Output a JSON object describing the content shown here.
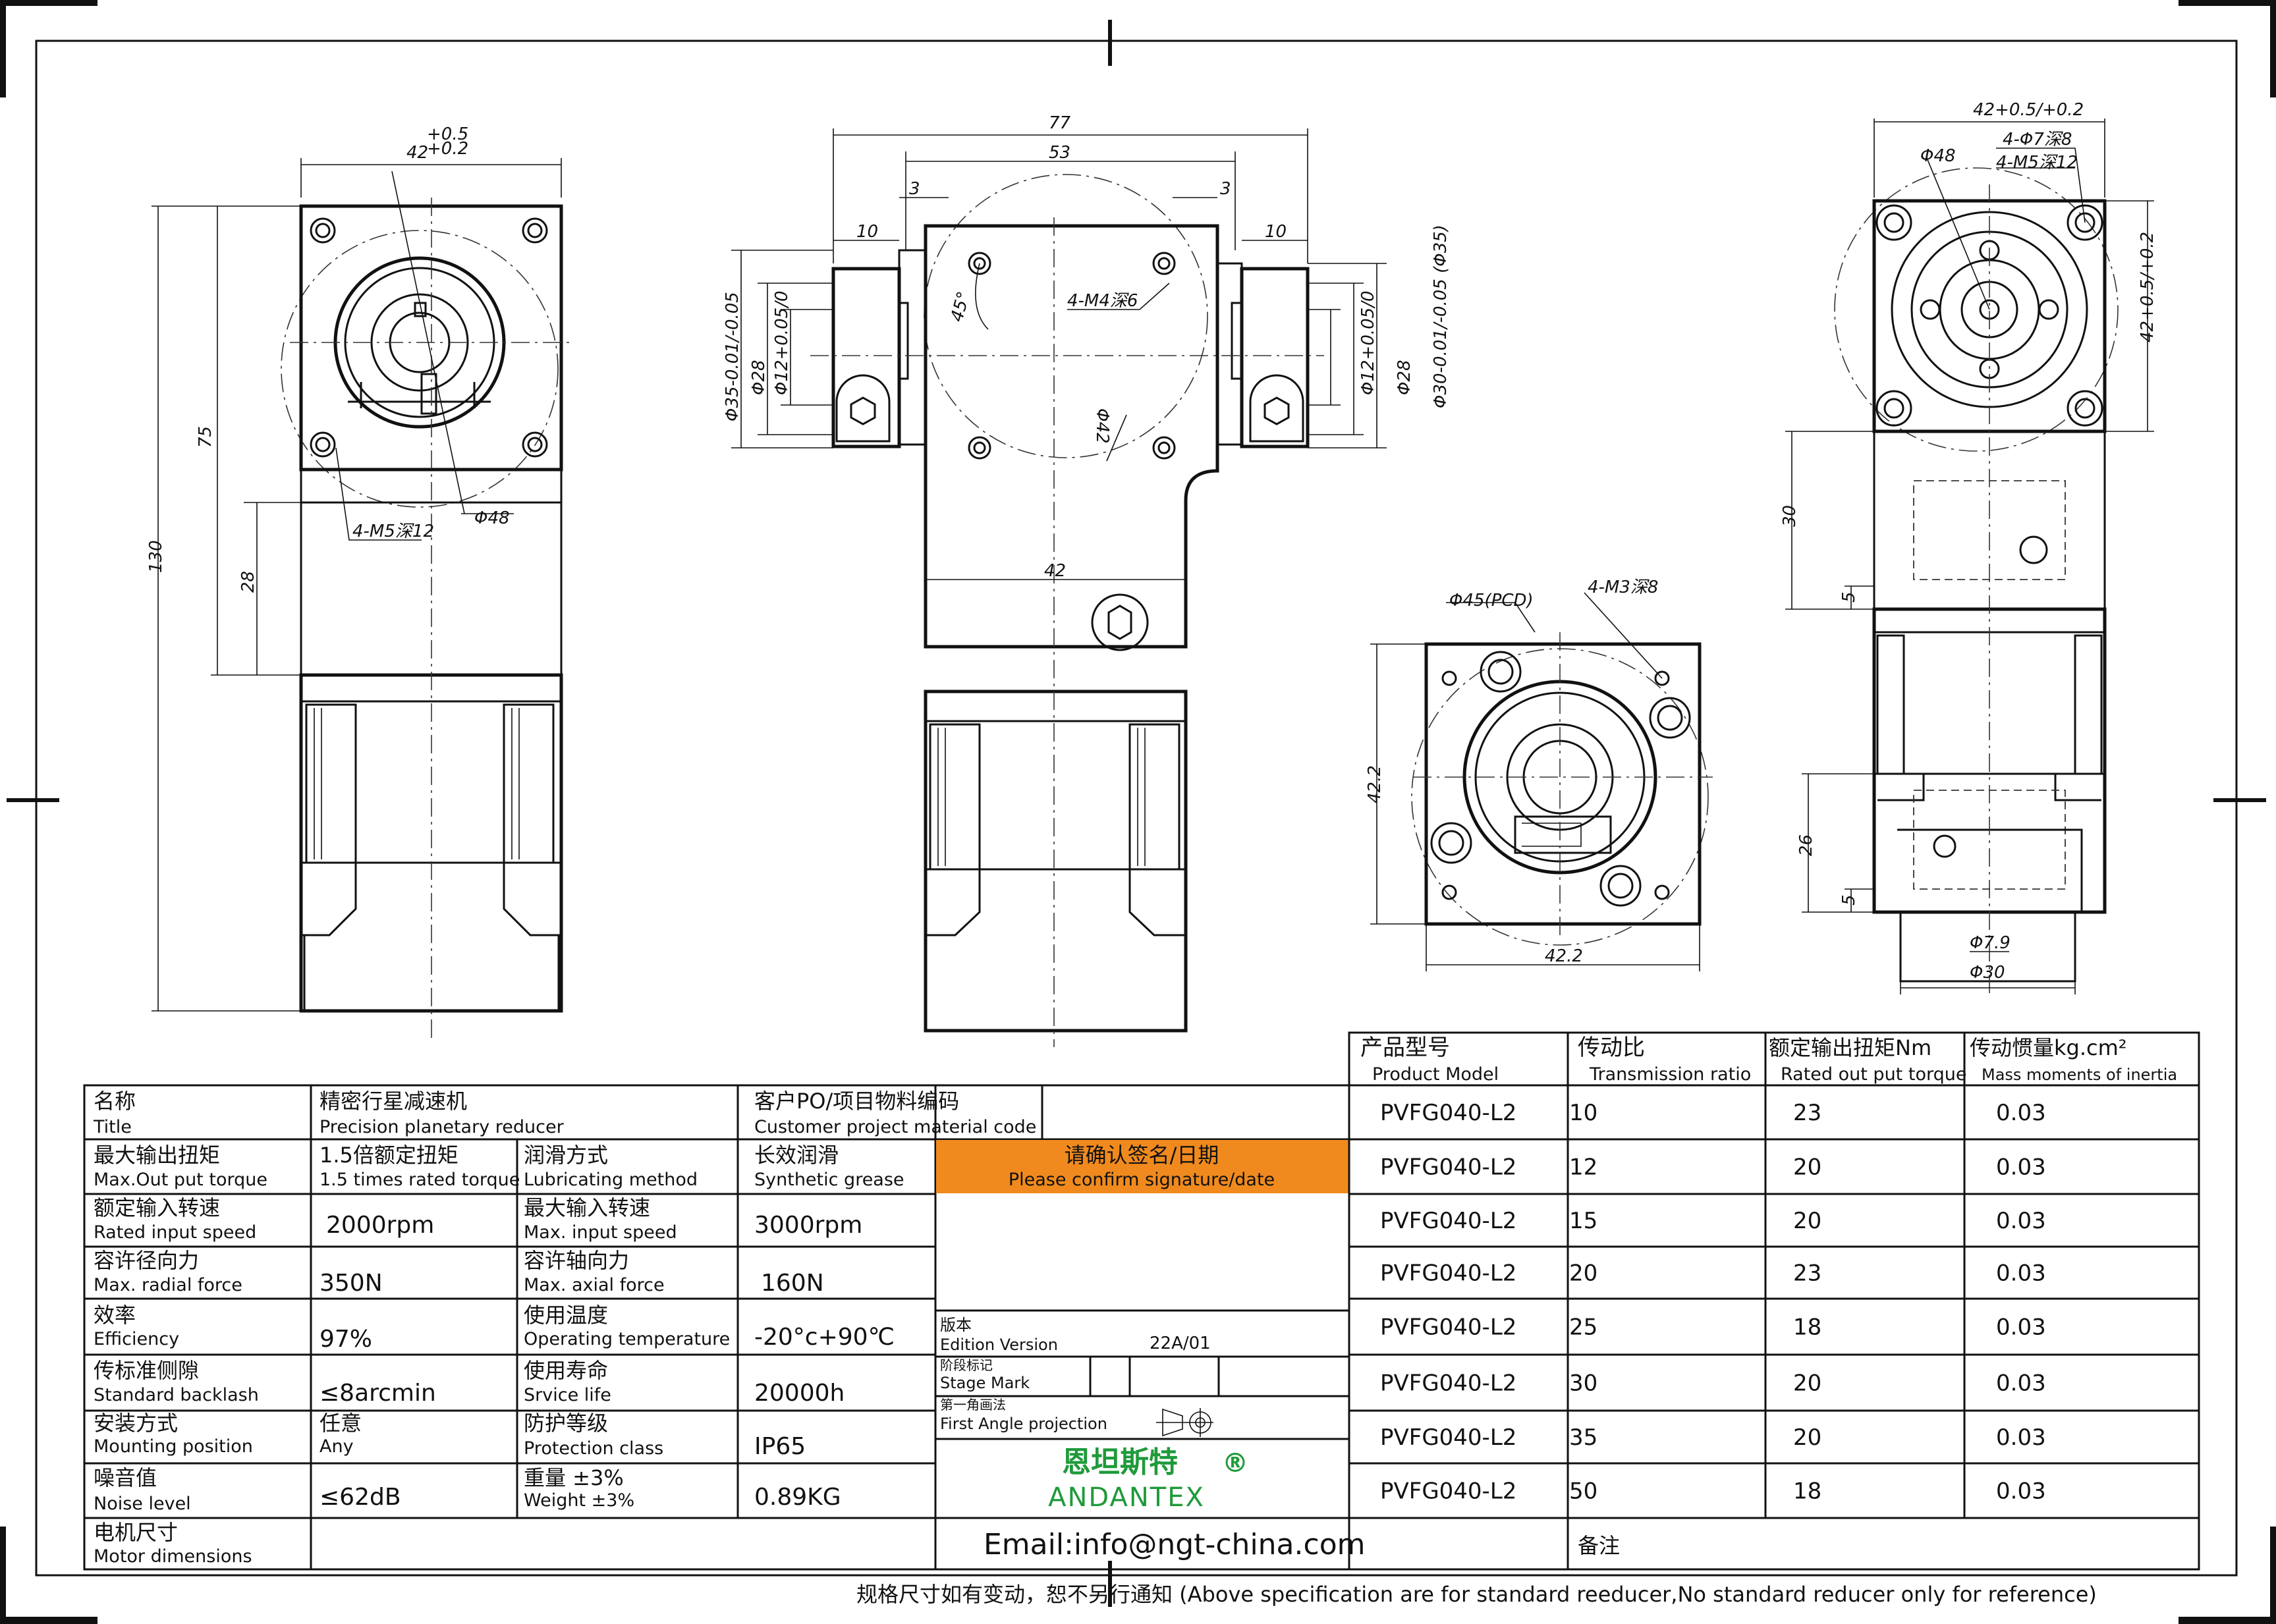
{
  "dimensions": {
    "left_view": [
      "42+0.5/+0.2",
      "75",
      "130",
      "28",
      "4-M5深12",
      "Φ48"
    ],
    "left_tol_upper": "+0.5",
    "left_tol_lower": "+0.2",
    "left_base": "42",
    "left_75": "75",
    "left_130": "130",
    "left_28": "28",
    "left_m5": "4-M5深12",
    "left_d48": "Φ48",
    "mid_77": "77",
    "mid_53": "53",
    "mid_3a": "3",
    "mid_3b": "3",
    "mid_10a": "10",
    "mid_10b": "10",
    "mid_42": "42",
    "mid_m4": "4-M4深6",
    "mid_45": "45°",
    "mid_d42": "Φ42",
    "mid_d35": "Φ35-0.01/-0.05",
    "mid_d28a": "Φ28",
    "mid_d12a": "Φ12+0.05/0",
    "mid_d12b": "Φ12+0.05/0",
    "mid_d28b": "Φ28",
    "mid_d30": "Φ30-0.01/-0.05 (Φ35)",
    "bot_pcd": "Φ45(PCD)",
    "bot_m3": "4-M3深8",
    "bot_422a": "42.2",
    "bot_422b": "42.2",
    "right_42": "42+0.5/+0.2",
    "right_d7": "4-Φ7深8",
    "right_m5": "4-M5深12",
    "right_d48": "Φ48",
    "right_42v": "42+0.5/+0.2",
    "right_30": "30",
    "right_5a": "5",
    "right_26": "26",
    "right_5b": "5",
    "right_d79": "Φ7.9",
    "right_d30": "Φ30"
  },
  "spec": {
    "title_cn": "名称",
    "title_en": "Title",
    "title_val_cn": "精密行星减速机",
    "title_val_en": "Precision planetary reducer",
    "po_cn": "客户PO/项目物料编码",
    "po_en": "Customer project material code",
    "maxtq_cn": "最大输出扭矩",
    "maxtq_en": "Max.Out put torque",
    "maxtq_val_cn": "1.5倍额定扭矩",
    "maxtq_val_en": "1.5 times rated torque",
    "lub_cn": "润滑方式",
    "lub_en": "Lubricating method",
    "lub_val_cn": "长效润滑",
    "lub_val_en": "Synthetic grease",
    "confirm_cn": "请确认签名/日期",
    "confirm_en": "Please confirm signature/date",
    "rin_cn": "额定输入转速",
    "rin_en": "Rated input speed",
    "rin_val": "2000rpm",
    "min_cn": "最大输入转速",
    "min_en": "Max. input speed",
    "min_val": "3000rpm",
    "rad_cn": "容许径向力",
    "rad_en": "Max. radial force",
    "rad_val": "350N",
    "ax_cn": "容许轴向力",
    "ax_en": "Max. axial force",
    "ax_val": "160N",
    "eff_cn": "效率",
    "eff_en": "Efficiency",
    "eff_val": "97%",
    "temp_cn": "使用温度",
    "temp_en": "Operating temperature",
    "temp_val": "-20°c+90℃",
    "back_cn": "传标准侧隙",
    "back_en": "Standard backlash",
    "back_val": "≤8arcmin",
    "life_cn": "使用寿命",
    "life_en": "Srvice life",
    "life_val": "20000h",
    "mount_cn": "安装方式",
    "mount_en": "Mounting position",
    "mount_val_cn": "任意",
    "mount_val_en": "Any",
    "prot_cn": "防护等级",
    "prot_en": "Protection class",
    "prot_val": "IP65",
    "noise_cn": "噪音值",
    "noise_en": "Noise level",
    "noise_val": "≤62dB",
    "wt_cn": "重量 ±3%",
    "wt_en": "Weight ±3%",
    "wt_val": "0.89KG",
    "motor_cn": "电机尺寸",
    "motor_en": "Motor dimensions",
    "ed_cn": "版本",
    "ed_en": "Edition Version",
    "ed_val": "22A/01",
    "stage_cn": "阶段标记",
    "stage_en": "Stage Mark",
    "proj_cn": "第一角画法",
    "proj_en": "First Angle projection",
    "brand_cn": "恩坦斯特",
    "brand_reg": "®",
    "brand_en": "ANDANTEX",
    "email": "Email:info@ngt-china.com",
    "remark_cn": "备注",
    "footer": "规格尺寸如有变动，恕不另行通知   (Above specification are for standard reeducer,No standard reducer only for reference)"
  },
  "models": {
    "headers": [
      {
        "cn": "产品型号",
        "en": "Product Model"
      },
      {
        "cn": "传动比",
        "en": "Transmission ratio"
      },
      {
        "cn": "额定输出扭矩Nm",
        "en": "Rated out put torque"
      },
      {
        "cn": "传动惯量kg.cm²",
        "en": "Mass moments of inertia"
      }
    ],
    "rows": [
      {
        "model": "PVFG040-L2",
        "ratio": "10",
        "torque": "23",
        "inertia": "0.03"
      },
      {
        "model": "PVFG040-L2",
        "ratio": "12",
        "torque": "20",
        "inertia": "0.03"
      },
      {
        "model": "PVFG040-L2",
        "ratio": "15",
        "torque": "20",
        "inertia": "0.03"
      },
      {
        "model": "PVFG040-L2",
        "ratio": "20",
        "torque": "23",
        "inertia": "0.03"
      },
      {
        "model": "PVFG040-L2",
        "ratio": "25",
        "torque": "18",
        "inertia": "0.03"
      },
      {
        "model": "PVFG040-L2",
        "ratio": "30",
        "torque": "20",
        "inertia": "0.03"
      },
      {
        "model": "PVFG040-L2",
        "ratio": "35",
        "torque": "20",
        "inertia": "0.03"
      },
      {
        "model": "PVFG040-L2",
        "ratio": "50",
        "torque": "18",
        "inertia": "0.03"
      }
    ]
  },
  "colors": {
    "confirm_bg": "#f08a1e",
    "brand_green": "#1f9a3a"
  }
}
